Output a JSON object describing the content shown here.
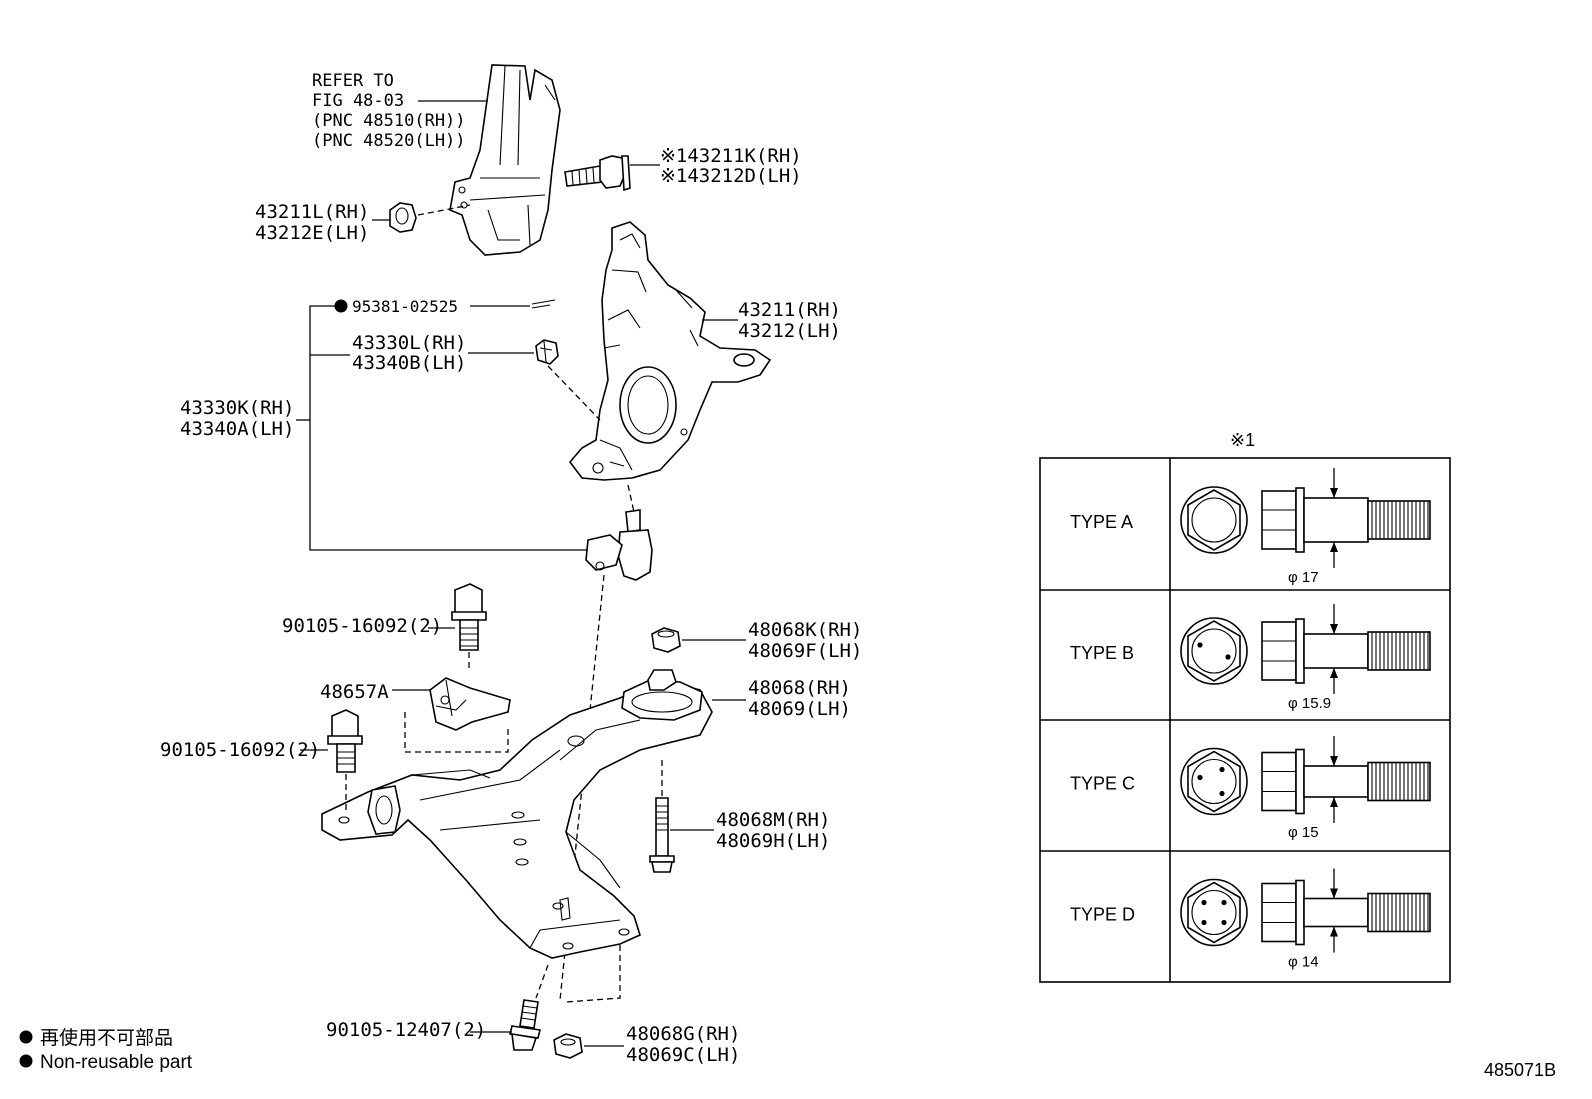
{
  "refer": {
    "line1": "REFER TO",
    "line2": "FIG 48-03",
    "line3": "(PNC 48510(RH))",
    "line4": "(PNC 48520(LH))"
  },
  "callouts": {
    "bolt_top_rh": "※143211K(RH)",
    "bolt_top_lh": "※143212D(LH)",
    "bush_rh": "43211L(RH)",
    "bush_lh": "43212E(LH)",
    "nonreusable_part": "95381-02525",
    "knuckle_rh": "43211(RH)",
    "knuckle_lh": "43212(LH)",
    "balljoint_sub_rh": "43330L(RH)",
    "balljoint_sub_lh": "43340B(LH)",
    "balljoint_rh": "43330K(RH)",
    "balljoint_lh": "43340A(LH)",
    "bolt_upper": "90105-16092(2)",
    "nut_top_rh": "48068K(RH)",
    "nut_top_lh": "48069F(LH)",
    "bracket": "48657A",
    "arm_rh": "48068(RH)",
    "arm_lh": "48069(LH)",
    "bolt_lower_left": "90105-16092(2)",
    "bolt_arm_rh": "48068M(RH)",
    "bolt_arm_lh": "48069H(LH)",
    "bolt_bottom": "90105-12407(2)",
    "nut_bottom_rh": "48068G(RH)",
    "nut_bottom_lh": "48069C(LH)"
  },
  "legend": {
    "line_jp": "再使用不可部品",
    "line_en": "Non-reusable part"
  },
  "figure_number": "485071B",
  "table": {
    "note_mark": "※1",
    "rows": [
      {
        "type": "TYPE A",
        "dim": "φ 17",
        "dots": 0
      },
      {
        "type": "TYPE B",
        "dim": "φ 15.9",
        "dots": 2
      },
      {
        "type": "TYPE C",
        "dim": "φ 15",
        "dots": 3
      },
      {
        "type": "TYPE D",
        "dim": "φ 14",
        "dots": 4
      }
    ]
  },
  "icons": {
    "bullet": "filled-circle-icon"
  }
}
